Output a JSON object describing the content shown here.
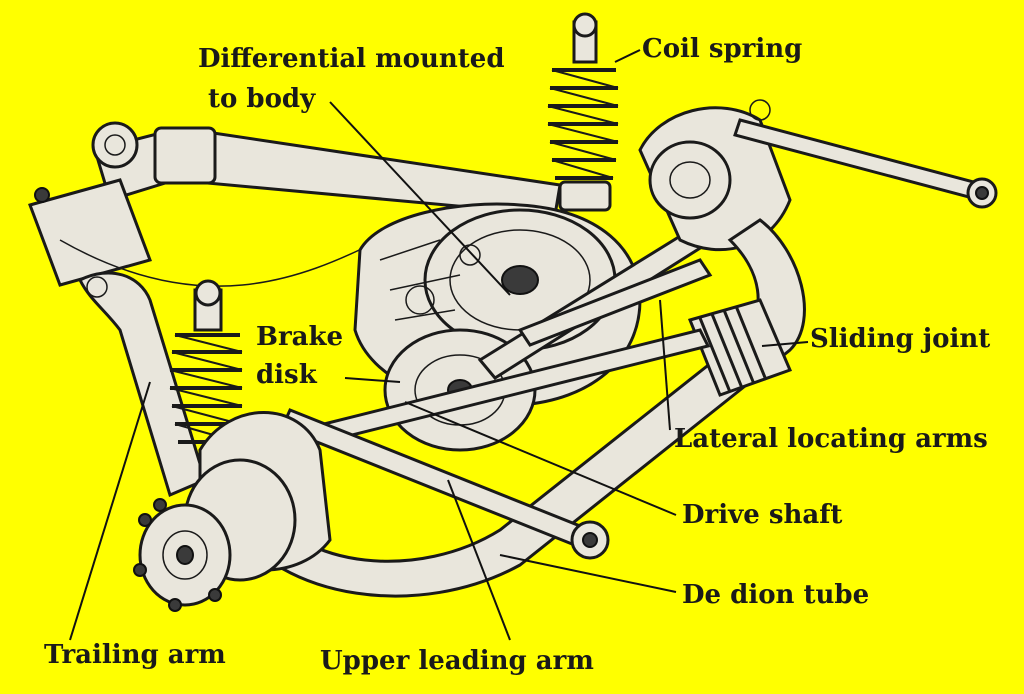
{
  "labels": {
    "differential_line1": "Differential mounted",
    "differential_line2": "to body",
    "coil_spring": "Coil spring",
    "brake_disk_line1": "Brake",
    "brake_disk_line2": "disk",
    "sliding_joint": "Sliding joint",
    "lateral_locating_arms": "Lateral locating arms",
    "drive_shaft": "Drive shaft",
    "de_dion_tube": "De dion tube",
    "trailing_arm": "Trailing arm",
    "upper_leading_arm": "Upper leading arm"
  },
  "colors": {
    "background": "#FFFF00",
    "ink": "#1a1a1a",
    "metal": "#e9e6dc"
  }
}
